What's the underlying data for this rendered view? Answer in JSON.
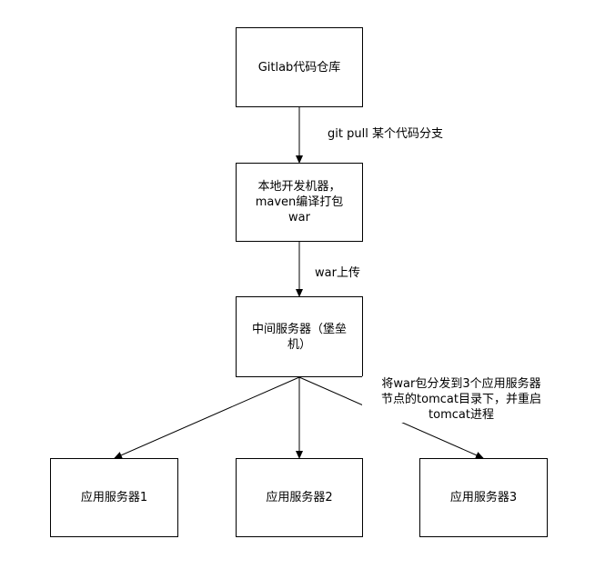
{
  "nodes": {
    "gitlab": {
      "label": "Gitlab代码仓库"
    },
    "local": {
      "label": "本地开发机器，\nmaven编译打包\nwar"
    },
    "bastion": {
      "label": "中间服务器（堡垒\n机）"
    },
    "app1": {
      "label": "应用服务器1"
    },
    "app2": {
      "label": "应用服务器2"
    },
    "app3": {
      "label": "应用服务器3"
    }
  },
  "edges": {
    "pull": {
      "label": "git pull 某个代码分支"
    },
    "upload": {
      "label": "war上传"
    },
    "distribute": {
      "label": "将war包分发到3个应用服务器\n节点的tomcat目录下，并重启\ntomcat进程"
    }
  },
  "colors": {
    "stroke": "#000000",
    "fill": "#ffffff"
  }
}
